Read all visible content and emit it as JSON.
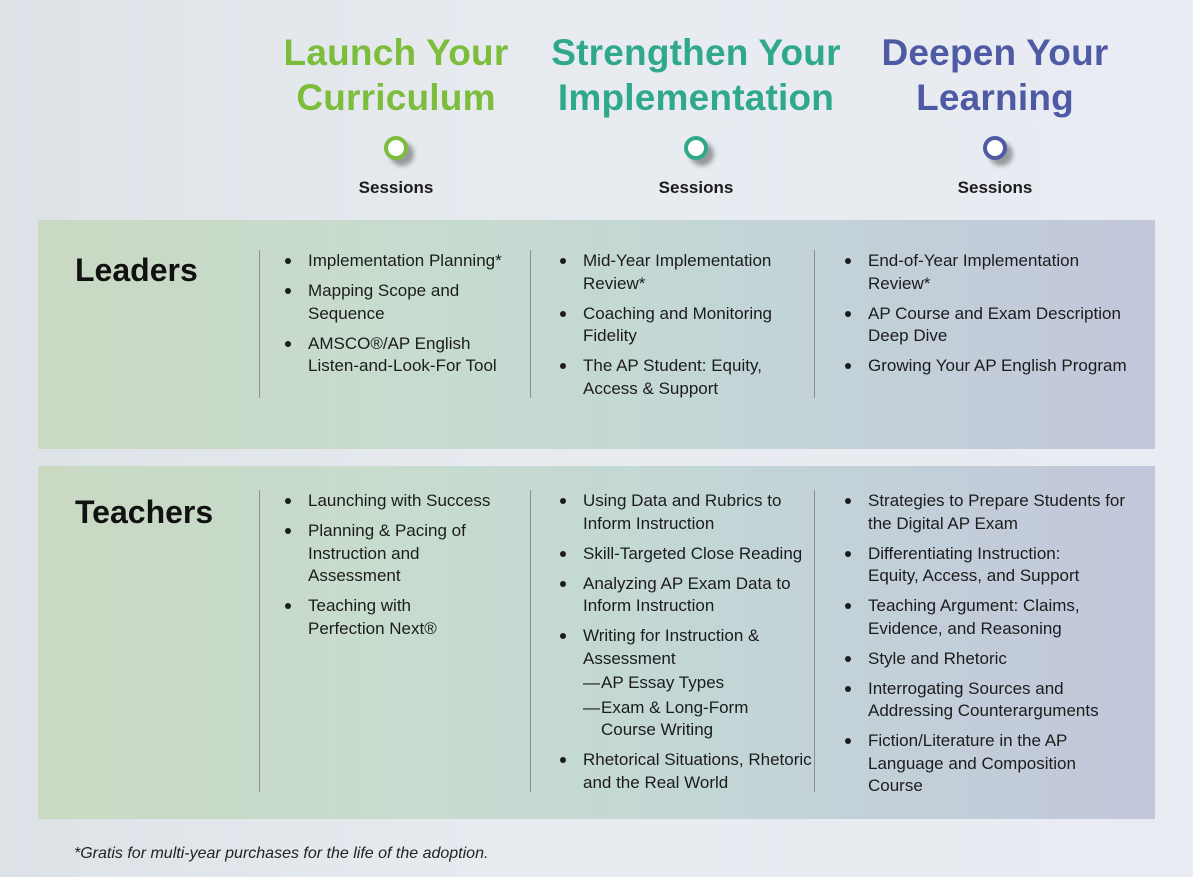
{
  "columns": [
    {
      "title_line1": "Launch Your",
      "title_line2": "Curriculum",
      "sessions": "Sessions",
      "color": "#7cbd3c"
    },
    {
      "title_line1": "Strengthen Your",
      "title_line2": "Implementation",
      "sessions": "Sessions",
      "color": "#2fa98a"
    },
    {
      "title_line1": "Deepen Your",
      "title_line2": "Learning",
      "sessions": "Sessions",
      "color": "#4e5aa4"
    }
  ],
  "leaders": {
    "label": "Leaders",
    "col1": [
      "Implementation Planning*",
      "Mapping Scope and Sequence",
      "AMSCO®/AP English Listen-and-Look-For Tool"
    ],
    "col2": [
      "Mid-Year Implementation Review*",
      "Coaching and Monitoring Fidelity",
      "The AP Student: Equity, Access & Support"
    ],
    "col3": [
      "End-of-Year Implementation Review*",
      "AP Course and Exam Description Deep Dive",
      "Growing Your AP English Program"
    ]
  },
  "teachers": {
    "label": "Teachers",
    "col1": [
      "Launching with Success",
      "Planning & Pacing of Instruction and Assessment",
      "Teaching with Perfection Next®"
    ],
    "col2": [
      "Using Data and Rubrics to Inform Instruction",
      "Skill-Targeted Close Reading",
      "Analyzing AP Exam Data to Inform Instruction",
      "Writing for Instruction & Assessment",
      "AP Essay Types",
      "Exam & Long-Form Course Writing",
      "Rhetorical Situations, Rhetoric and the Real World"
    ],
    "col3": [
      "Strategies to Prepare Students for the Digital AP Exam",
      "Differentiating Instruction: Equity, Access, and Support",
      "Teaching Argument: Claims, Evidence, and Reasoning",
      "Style and Rhetoric",
      "Interrogating Sources and Addressing Counterarguments",
      "Fiction/Literature in the AP Language and Composition Course"
    ]
  },
  "sub_dash": "—",
  "footnote": "*Gratis for multi-year purchases for the life of the adoption."
}
